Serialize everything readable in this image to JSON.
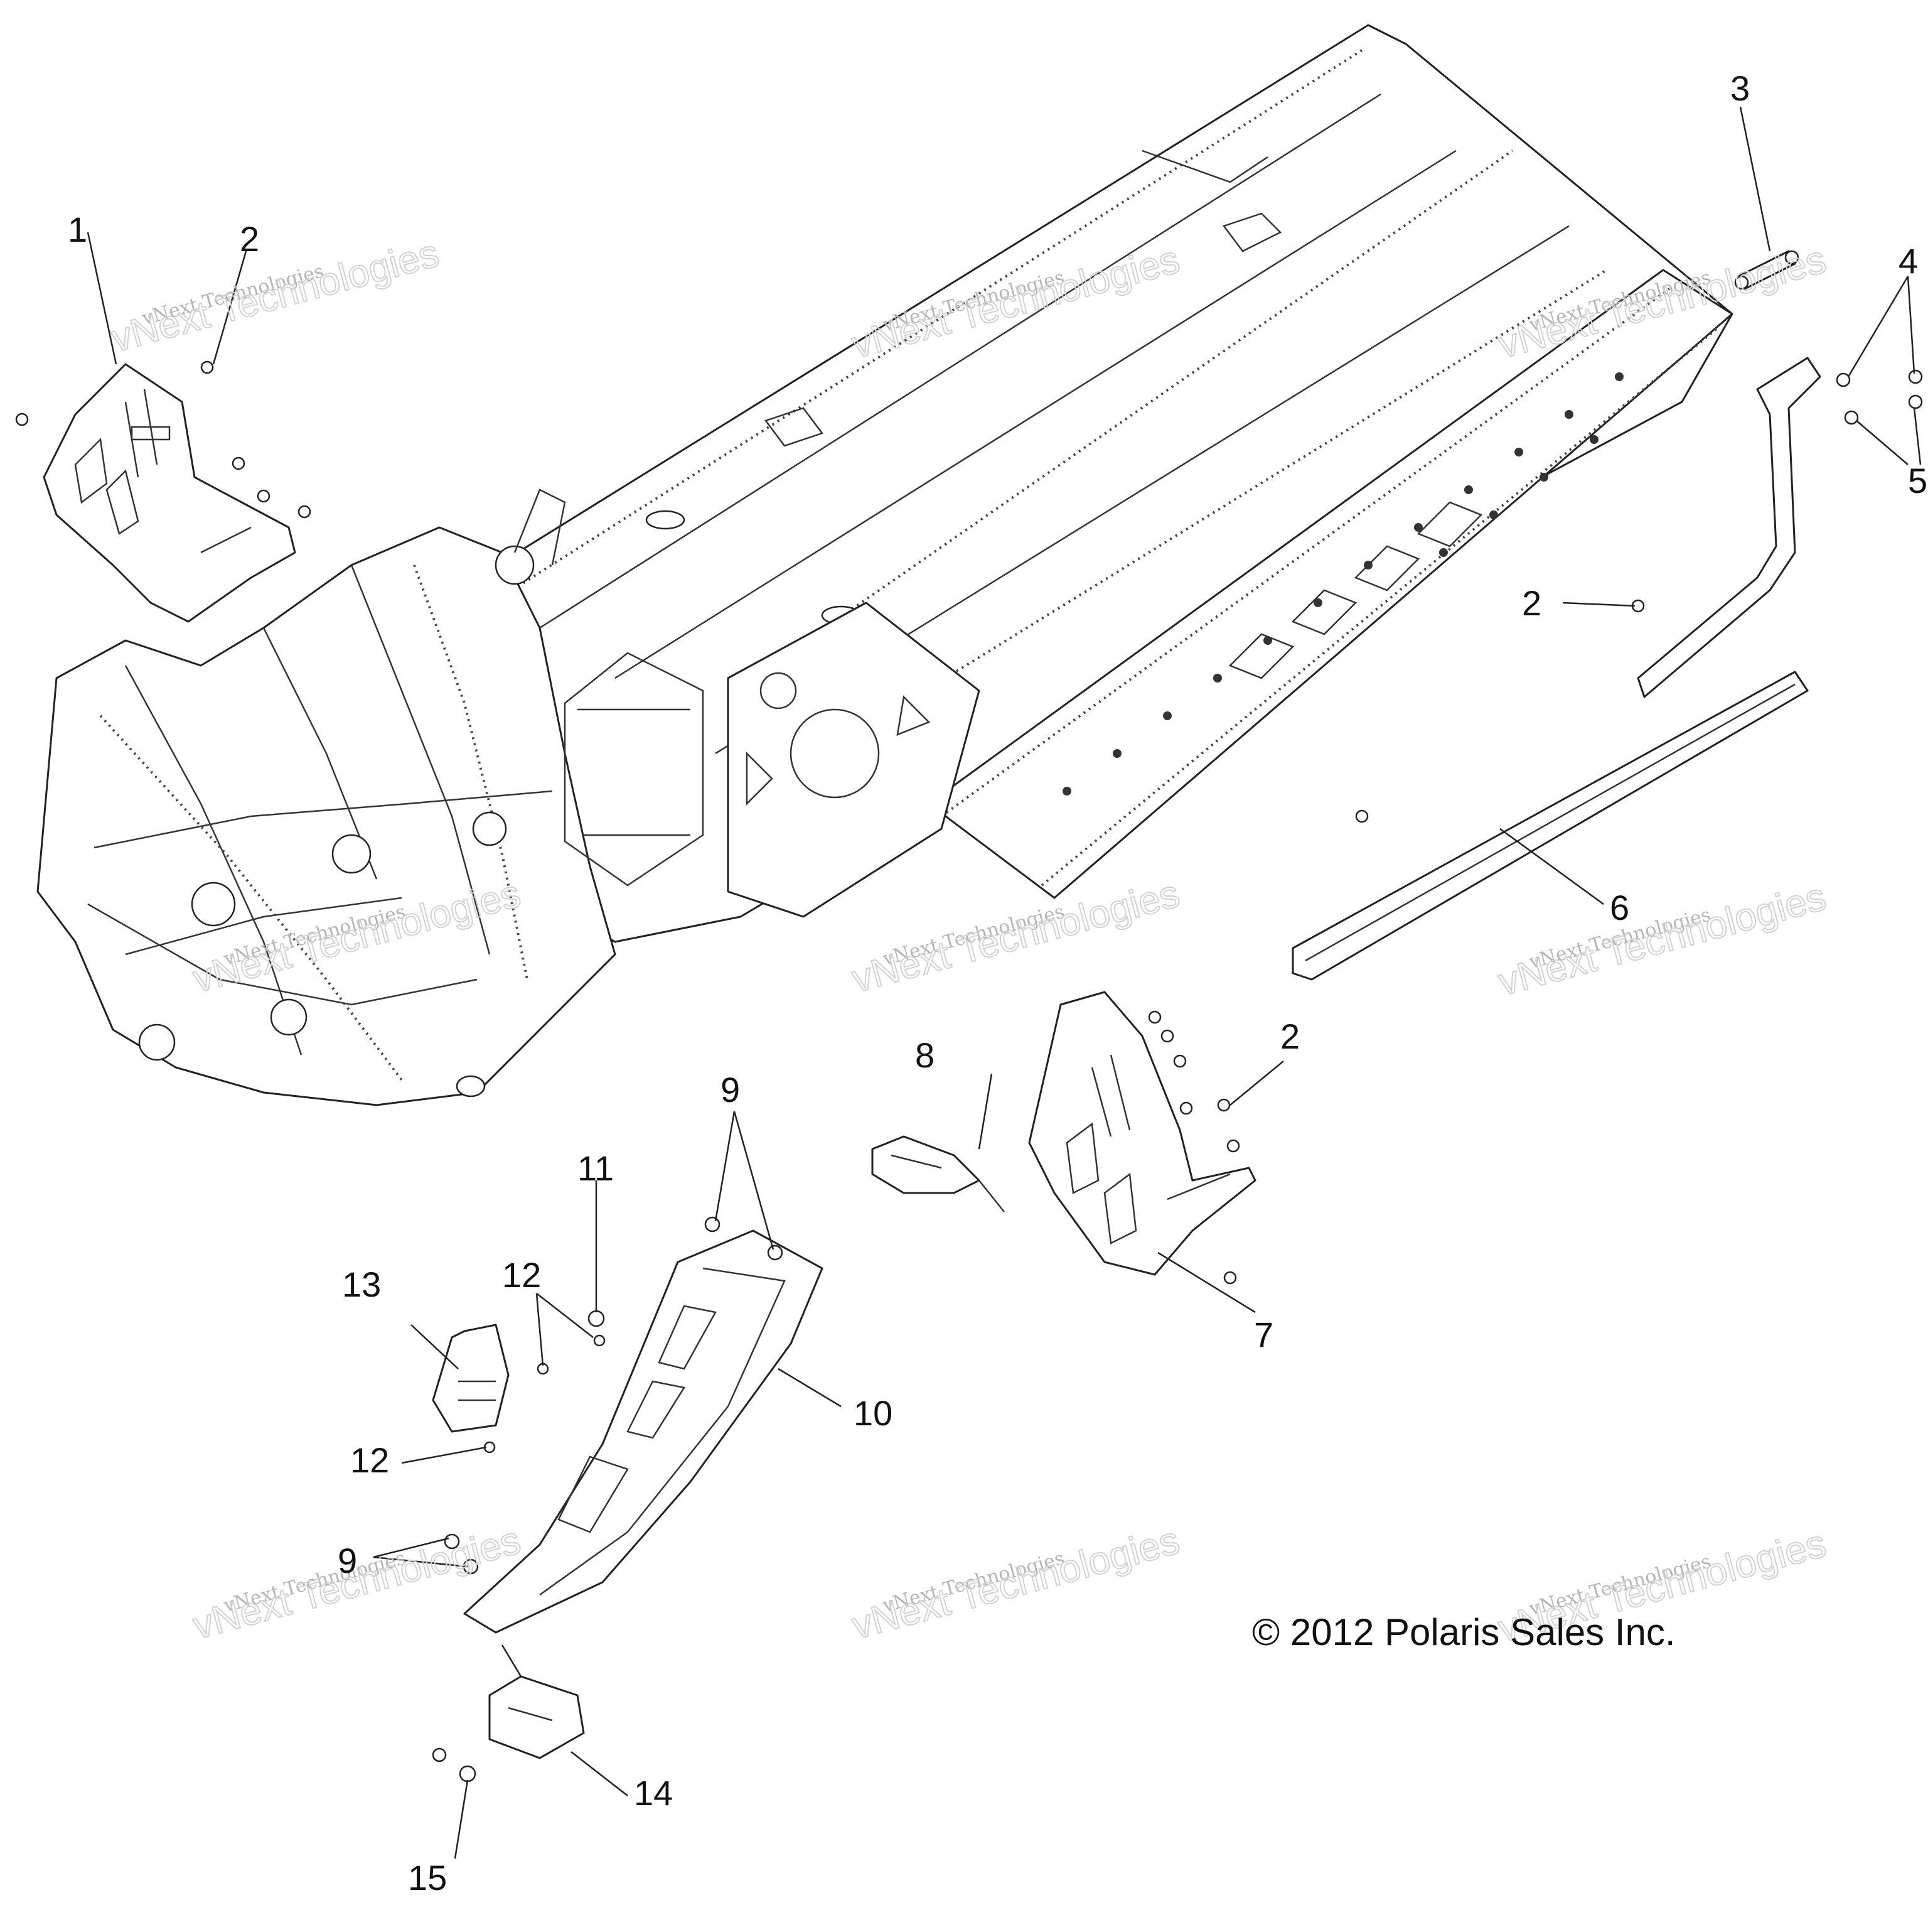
{
  "diagram": {
    "copyright": "© 2012 Polaris Sales Inc.",
    "watermark": {
      "line1": "vNext Technologies",
      "line2": "vNext Technologies"
    },
    "callouts": [
      {
        "id": "c1",
        "label": "1"
      },
      {
        "id": "c2a",
        "label": "2"
      },
      {
        "id": "c2b",
        "label": "2"
      },
      {
        "id": "c2c",
        "label": "2"
      },
      {
        "id": "c3",
        "label": "3"
      },
      {
        "id": "c4",
        "label": "4"
      },
      {
        "id": "c5",
        "label": "5"
      },
      {
        "id": "c6",
        "label": "6"
      },
      {
        "id": "c7",
        "label": "7"
      },
      {
        "id": "c8",
        "label": "8"
      },
      {
        "id": "c9a",
        "label": "9"
      },
      {
        "id": "c9b",
        "label": "9"
      },
      {
        "id": "c10",
        "label": "10"
      },
      {
        "id": "c11",
        "label": "11"
      },
      {
        "id": "c12a",
        "label": "12"
      },
      {
        "id": "c12b",
        "label": "12"
      },
      {
        "id": "c13",
        "label": "13"
      },
      {
        "id": "c14",
        "label": "14"
      },
      {
        "id": "c15",
        "label": "15"
      }
    ]
  }
}
